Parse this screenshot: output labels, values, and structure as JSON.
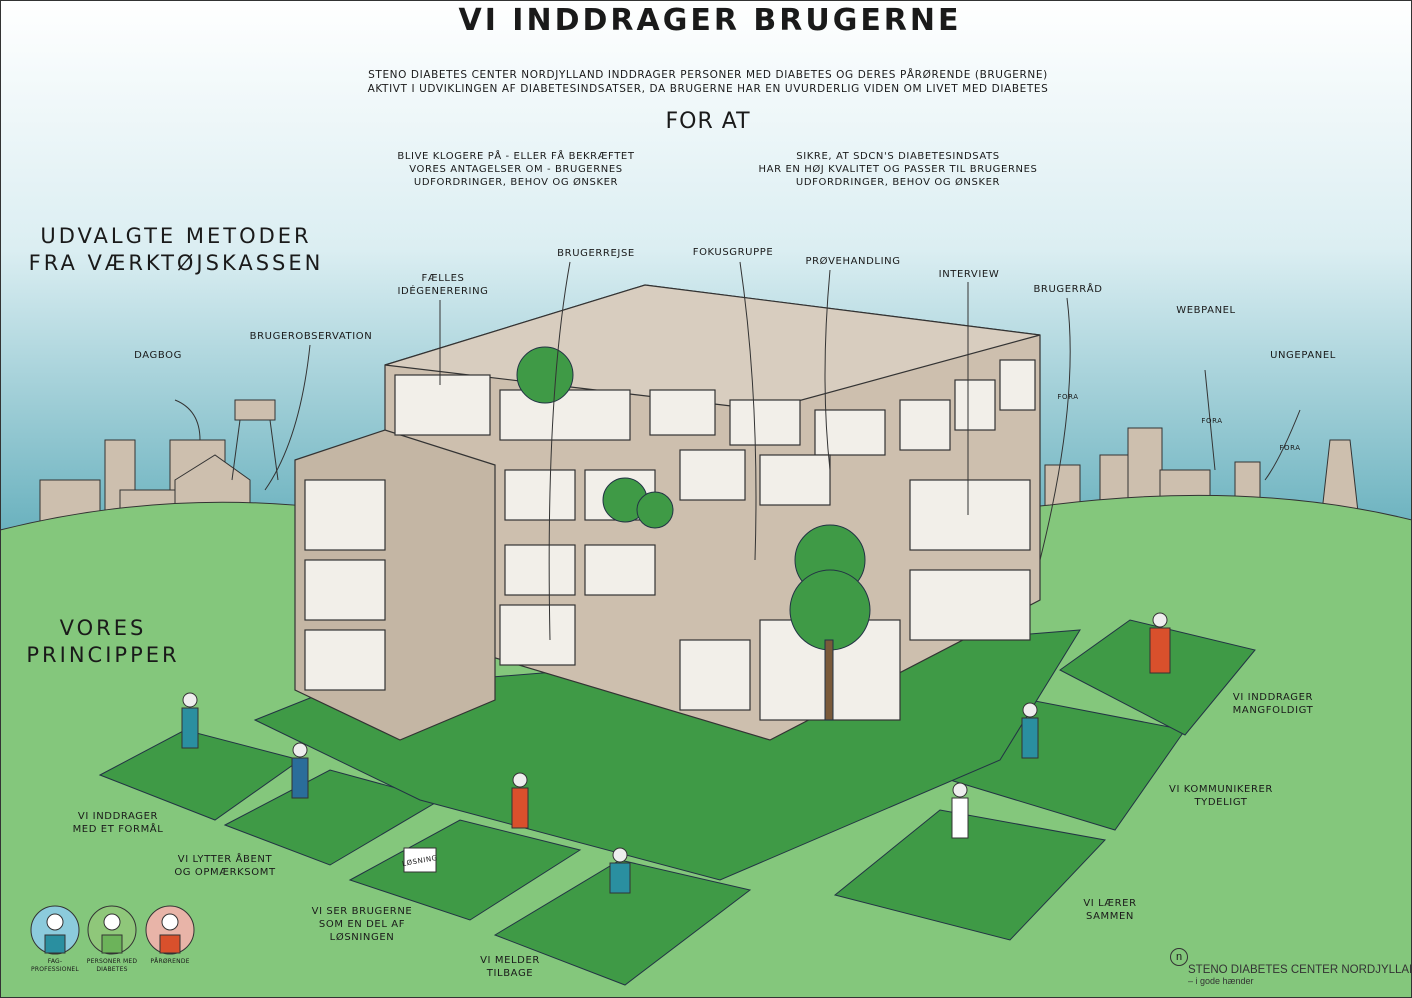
{
  "title": "VI INDDRAGER BRUGERNE",
  "intro": [
    "STENO DIABETES CENTER NORDJYLLAND INDDRAGER PERSONER MED DIABETES OG DERES PÅRØRENDE (BRUGERNE)",
    "AKTIVT I UDVIKLINGEN AF DIABETESINDSATSER, DA BRUGERNE HAR EN UVURDERLIG VIDEN OM LIVET MED DIABETES"
  ],
  "for_at": "FOR AT",
  "purpose_left": [
    "BLIVE KLOGERE PÅ - ELLER FÅ BEKRÆFTET",
    "VORES ANTAGELSER OM - BRUGERNES",
    "UDFORDRINGER, BEHOV OG ØNSKER"
  ],
  "purpose_right": [
    "SIKRE, AT SDCN'S DIABETESINDSATS",
    "HAR EN HØJ KVALITET OG PASSER TIL BRUGERNES",
    "UDFORDRINGER, BEHOV OG ØNSKER"
  ],
  "methods_heading": [
    "UDVALGTE METODER",
    "FRA VÆRKTØJSKASSEN"
  ],
  "methods": {
    "dagbog": "DAGBOG",
    "brugerobservation": "BRUGEROBSERVATION",
    "faelles": [
      "FÆLLES",
      "IDÉGENERERING"
    ],
    "brugerrejse": "BRUGERREJSE",
    "fokusgruppe": "FOKUSGRUPPE",
    "proevehandling": "PRØVEHANDLING",
    "interview": "INTERVIEW",
    "brugerraad": "BRUGERRÅD",
    "webpanel": "WEBPANEL",
    "ungepanel": "UNGEPANEL",
    "fora": "FORA"
  },
  "principles_heading": [
    "VORES",
    "PRINCIPPER"
  ],
  "principles": {
    "formaal": [
      "VI INDDRAGER",
      "MED ET FORMÅL"
    ],
    "lytter": [
      "VI LYTTER ÅBENT",
      "OG OPMÆRKSOMT"
    ],
    "ser": [
      "VI SER BRUGERNE",
      "SOM EN DEL AF",
      "LØSNINGEN"
    ],
    "melder": [
      "VI MELDER",
      "TILBAGE"
    ],
    "laerer": [
      "VI LÆRER",
      "SAMMEN"
    ],
    "kommunikerer": [
      "VI KOMMUNIKERER",
      "TYDELIGT"
    ],
    "mangfoldigt": [
      "VI INDDRAGER",
      "MANGFOLDIGT"
    ]
  },
  "sign": "LØSNING",
  "legend": [
    {
      "label": [
        "FAG-",
        "PROFESSIONEL"
      ],
      "color": "#8ccbdc",
      "shirt": "#2a8fa0"
    },
    {
      "label": [
        "PERSONER MED",
        "DIABETES"
      ],
      "color": "#8fc77a",
      "shirt": "#6cb35a"
    },
    {
      "label": [
        "PÅRØRENDE"
      ],
      "color": "#e8b4a8",
      "shirt": "#d9502c"
    }
  ],
  "logo": {
    "mark": "n",
    "name": "STENO DIABETES CENTER NORDJYLLAND",
    "tagline": "– i gode hænder"
  },
  "colors": {
    "sky_top": "#ffffff",
    "sky_bottom": "#2f8a9c",
    "grass": "#84c77c",
    "tile": "#3f9a46",
    "building": "#cdbfae"
  }
}
